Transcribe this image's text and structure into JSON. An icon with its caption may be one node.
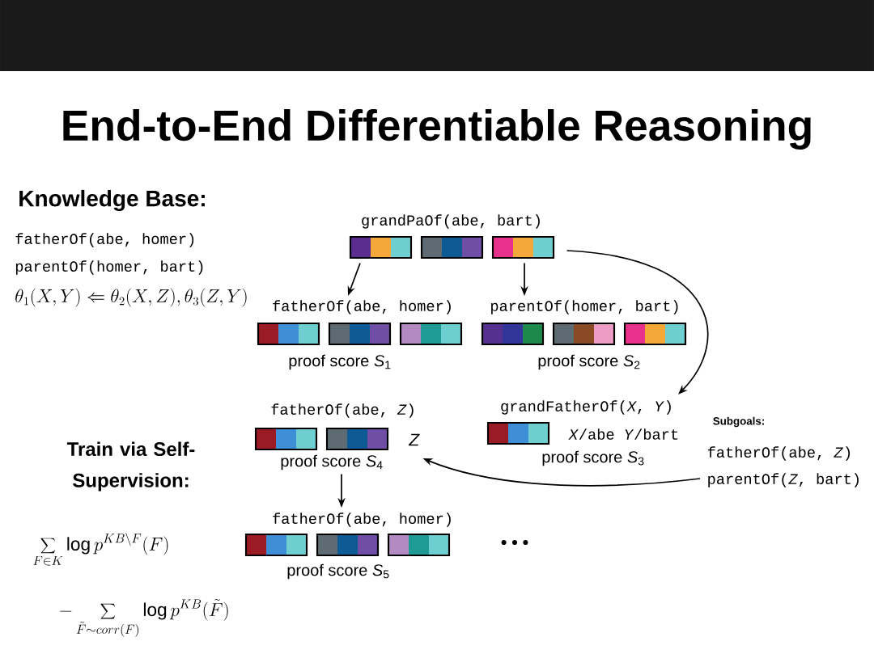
{
  "diagram": {
    "title": "End-to-End Differentiable Reasoning",
    "nodes": [
      {
        "text": [
          "grandPaOf(abe, bart)"
        ]
      },
      {
        "text": [
          "fatherOf(abe, homer)",
          "proof score *S*$_{1}$"
        ]
      },
      {
        "text": [
          "parentOf(homer, bart)",
          "proof score *S*$_{2}$"
        ]
      },
      {
        "text": [
          "grandFatherOf(*X*, *Y*)",
          "*X*/abe *Y*/bart",
          "proof score *S*$_{3}$"
        ]
      },
      {
        "text": [
          "fatherOf(abe, *Z*)",
          "*Z*",
          "proof score *S*$_{4}$"
        ]
      },
      {
        "text": [
          "fatherOf(abe, homer)",
          "proof score *S*$_{5}$"
        ]
      },
      {
        "text": [
          "Subgoals:",
          "fatherOf(abe, *Z*)",
          "parentOf(*Z*, bart)"
        ]
      }
    ],
    "edges": [
      {
        "from": 0,
        "to": 1,
        "arrow": "to"
      },
      {
        "from": 0,
        "to": 2,
        "arrow": "to"
      },
      {
        "from": 0,
        "to": 3,
        "arrow": "to"
      },
      {
        "from": 6,
        "to": 4,
        "arrow": "to"
      },
      {
        "from": 4,
        "to": 5,
        "arrow": "to"
      }
    ],
    "labels": [
      "Knowledge Base:",
      "fatherOf(abe, homer)",
      "parentOf(homer, bart)",
      "\\theta_1(X,Y)\\Leftarrow\\theta_2(X,Z),\\theta_3(Z,Y)",
      "Train via Self-Supervision:",
      "• • •",
      "\\sum_{F\\in K}\\log p^{KB\\setminus F}(F)",
      "-\\sum_{\\tilde{F}\\sim corr(F)}\\log p^{KB}(\\tilde{F})"
    ]
  }
}
